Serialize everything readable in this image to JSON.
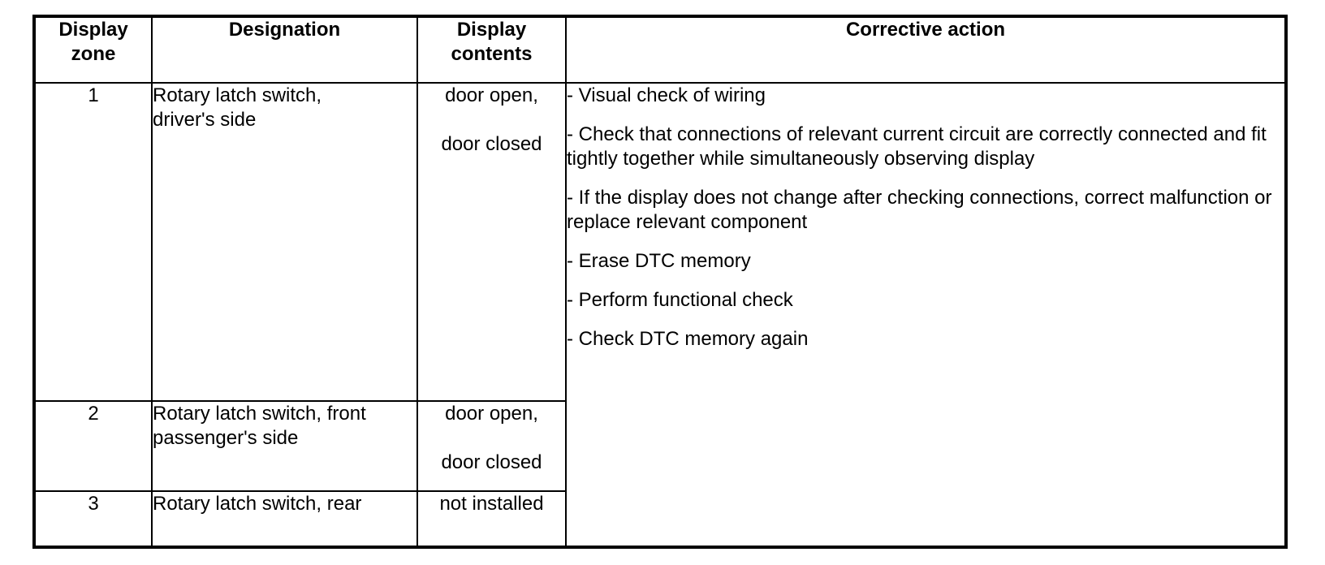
{
  "table": {
    "headers": {
      "zone": "Display zone",
      "designation": "Designation",
      "contents": "Display contents",
      "action": "Corrective action"
    },
    "rows": [
      {
        "zone": "1",
        "designation": "Rotary latch switch,\ndriver's side",
        "contents": [
          "door open,",
          "door closed"
        ]
      },
      {
        "zone": "2",
        "designation": "Rotary latch switch, front\npassenger's side",
        "contents": [
          "door open,",
          "door closed"
        ]
      },
      {
        "zone": "3",
        "designation": "Rotary latch switch, rear",
        "contents": [
          "not installed"
        ]
      }
    ],
    "corrective_actions": [
      "- Visual check of wiring",
      "- Check that connections of relevant current circuit are correctly connected and fit tightly together while simultaneously observing display",
      "- If the display does not change after checking connections, correct malfunction or replace relevant component",
      "- Erase DTC memory",
      "- Perform functional check",
      "- Check DTC memory again"
    ],
    "colors": {
      "border": "#000000",
      "text": "#000000",
      "background": "#ffffff"
    }
  }
}
